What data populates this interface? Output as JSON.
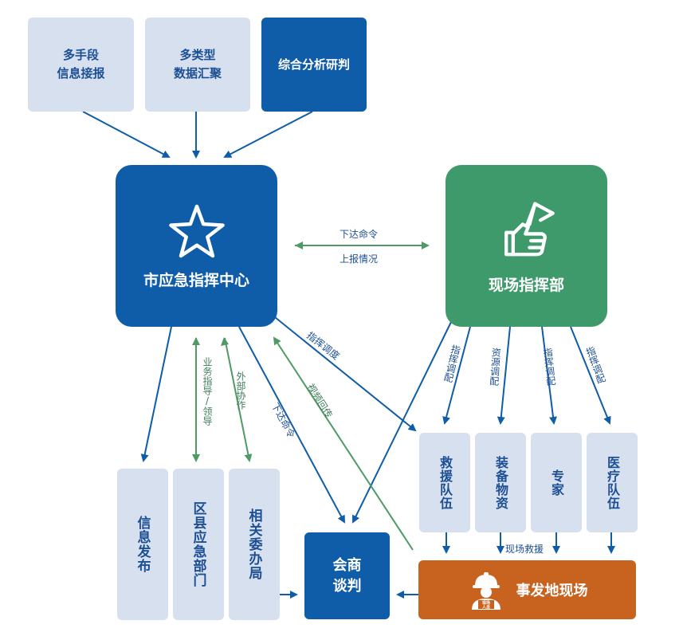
{
  "top_boxes": [
    "多手段\n信息接报",
    "多类型\n数据汇聚",
    "综合分析研判"
  ],
  "hub": "市应急指挥中心",
  "field_hq": "现场指挥部",
  "bottom_left": [
    "信息发布",
    "区县应急部门",
    "相关委办局"
  ],
  "meeting": "会商\n谈判",
  "resources": [
    "救援队伍",
    "装备物资",
    "专家",
    "医疗队伍"
  ],
  "scene": "事发地现场",
  "worker_badge": "现场\n人员",
  "labels": {
    "issue_order": "下达命令",
    "report": "上报情况",
    "business_guide": "业务指导/领导",
    "external_coop": "外部协作",
    "issue_order2": "下达命令",
    "video_back": "视频回传",
    "cmd_dispatch": "指挥调度",
    "dispatch": "指挥调配",
    "resource_dispatch": "资源调配",
    "command_dispatch": "指挥调配",
    "command_dispatch2": "指挥调配",
    "field_rescue": "现场救援"
  },
  "colors": {
    "blue": "#0f5ca8",
    "light_blue": "#d6e0ee",
    "green": "#3e9a6b",
    "orange": "#c8621f"
  }
}
